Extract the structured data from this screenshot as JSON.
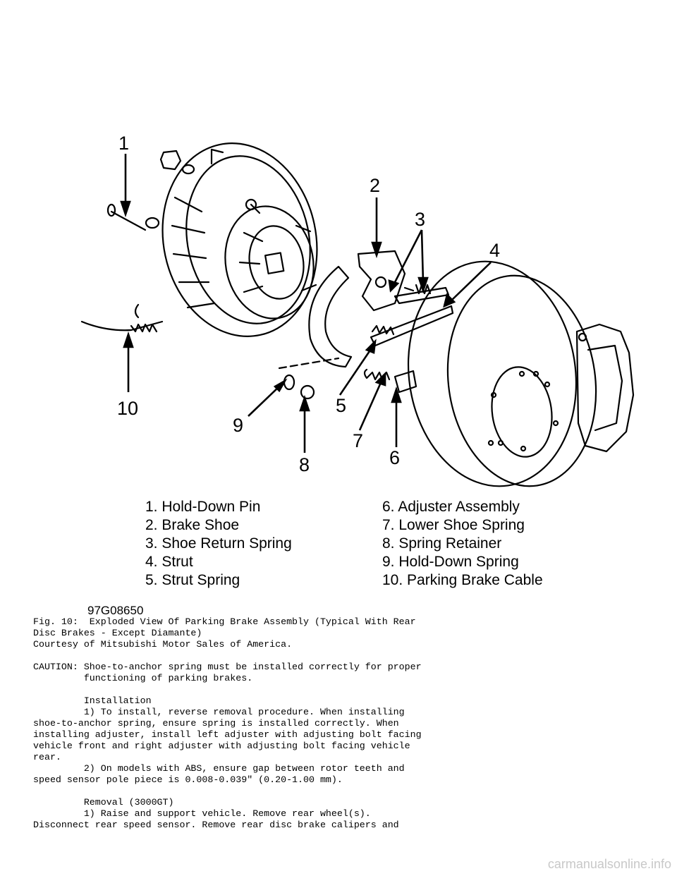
{
  "figure": {
    "callouts": [
      "1",
      "2",
      "3",
      "4",
      "5",
      "6",
      "7",
      "8",
      "9",
      "10"
    ],
    "legend_left": [
      "1. Hold-Down Pin",
      "2. Brake Shoe",
      "3. Shoe Return Spring",
      "4. Strut",
      "5. Strut Spring"
    ],
    "legend_right": [
      "6. Adjuster Assembly",
      "7. Lower Shoe Spring",
      "8. Spring Retainer",
      "9. Hold-Down Spring",
      "10. Parking Brake Cable"
    ],
    "code": "97G08650"
  },
  "text": {
    "caption_1": "Fig. 10:  Exploded View Of Parking Brake Assembly (Typical With Rear",
    "caption_2": "Disc Brakes - Except Diamante)",
    "courtesy": "Courtesy of Mitsubishi Motor Sales of America.",
    "caution_1": "CAUTION: Shoe-to-anchor spring must be installed correctly for proper",
    "caution_2": "         functioning of parking brakes.",
    "install_head": "         Installation",
    "install_1a": "         1) To install, reverse removal procedure. When installing",
    "install_1b": "shoe-to-anchor spring, ensure spring is installed correctly. When",
    "install_1c": "installing adjuster, install left adjuster with adjusting bolt facing",
    "install_1d": "vehicle front and right adjuster with adjusting bolt facing vehicle",
    "install_1e": "rear.",
    "install_2a": "         2) On models with ABS, ensure gap between rotor teeth and",
    "install_2b": "speed sensor pole piece is 0.008-0.039\" (0.20-1.00 mm).",
    "removal_head": "         Removal (3000GT)",
    "removal_1a": "         1) Raise and support vehicle. Remove rear wheel(s).",
    "removal_1b": "Disconnect rear speed sensor. Remove rear disc brake calipers and"
  },
  "watermark": "carmanualsonline.info"
}
